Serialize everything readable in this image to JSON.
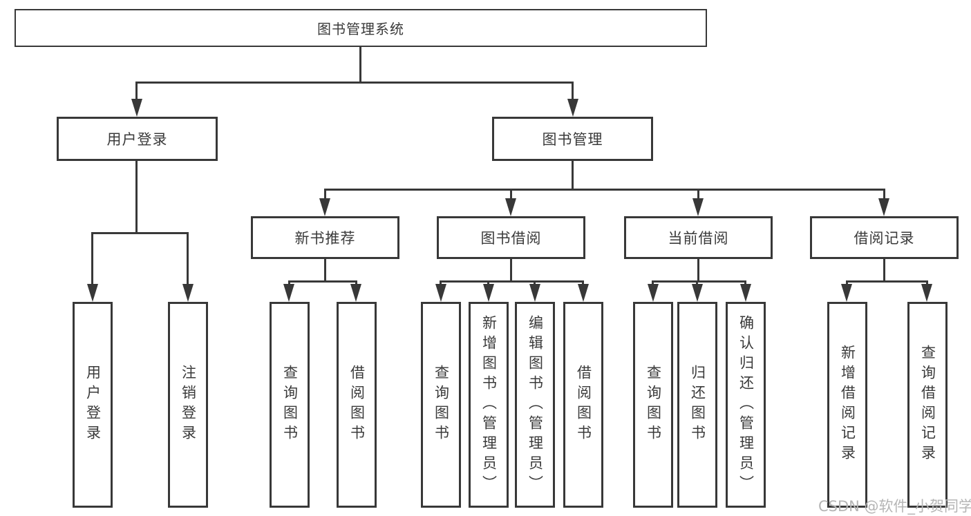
{
  "diagram": {
    "root": "图书管理系统",
    "level2": [
      "用户登录",
      "图书管理"
    ],
    "level3": [
      "新书推荐",
      "图书借阅",
      "当前借阅",
      "借阅记录"
    ],
    "leaves": [
      "用户登录",
      "注销登录",
      "查询图书",
      "借阅图书",
      "查询图书",
      "新增图书（管理员）",
      "编辑图书（管理员）",
      "借阅图书",
      "查询图书",
      "归还图书",
      "确认归还（管理员）",
      "新增借阅记录",
      "查询借阅记录"
    ]
  },
  "watermark": "CSDN @软件_小贺同学",
  "colors": {
    "line": "#383838",
    "text": "#3a3a3a",
    "watermark": "#b5b5b5",
    "background": "#ffffff"
  }
}
